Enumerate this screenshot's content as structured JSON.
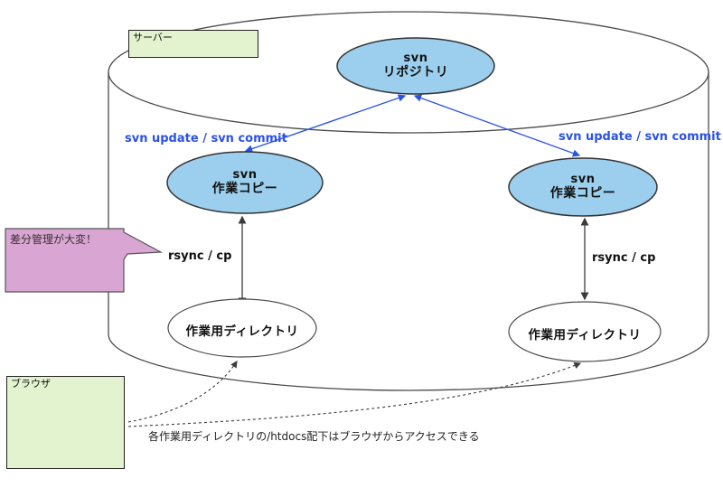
{
  "colors": {
    "node_blue": "#9ccfee",
    "box_green": "#e3f2cf",
    "callout_pink": "#d9a6d4",
    "arrow_blue": "#2a52e8",
    "line_dark": "#3c3c3c",
    "white": "#ffffff"
  },
  "server_box": {
    "label": "サーバー"
  },
  "browser_box": {
    "label": "ブラウザ"
  },
  "repository": {
    "line1": "svn",
    "line2": "リポジトリ"
  },
  "working_copy_left": {
    "line1": "svn",
    "line2": "作業コピー"
  },
  "working_copy_right": {
    "line1": "svn",
    "line2": "作業コピー"
  },
  "working_dir_left": {
    "label": "作業用ディレクトリ"
  },
  "working_dir_right": {
    "label": "作業用ディレクトリ"
  },
  "edge_labels": {
    "svn_left": "svn update / svn commit",
    "svn_right": "svn update / svn commit",
    "rsync_left": "rsync / cp",
    "rsync_right": "rsync / cp"
  },
  "callout": {
    "text": "差分管理が大変！"
  },
  "note": {
    "text": "各作業用ディレクトリの/htdocs配下はブラウザからアクセスできる"
  }
}
